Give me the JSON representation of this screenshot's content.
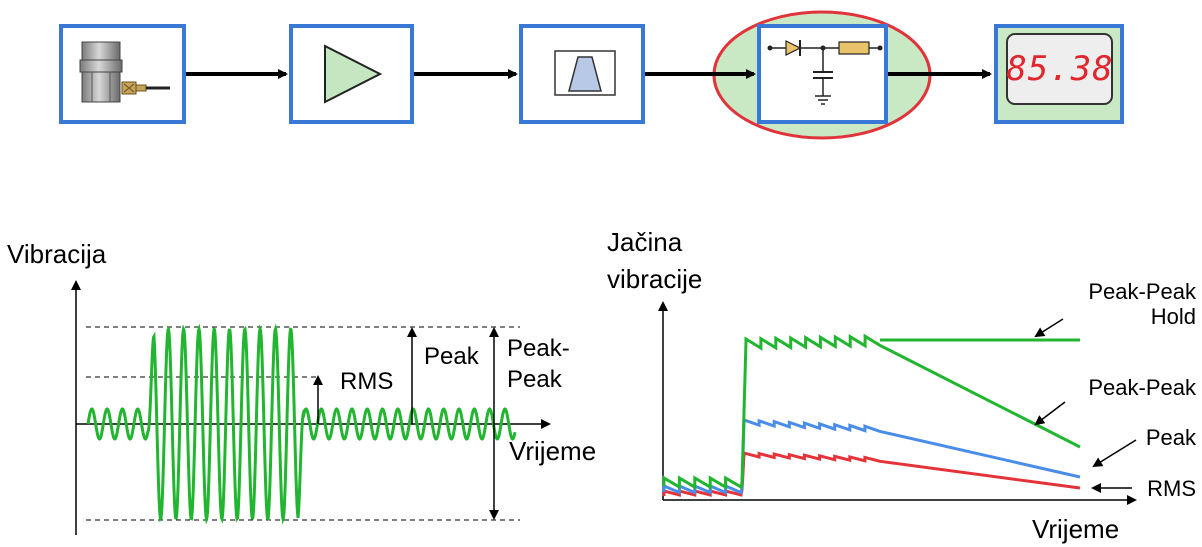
{
  "signal_chain": {
    "blocks": [
      {
        "name": "accelerometer-sensor",
        "icon": "accelerometer-icon"
      },
      {
        "name": "amplifier",
        "icon": "amplifier-triangle-icon"
      },
      {
        "name": "bandpass-filter",
        "icon": "bandpass-filter-icon"
      },
      {
        "name": "rectifier-detector",
        "icon": "diode-rc-detector-icon",
        "highlighted": true
      },
      {
        "name": "digital-display",
        "icon": "seven-segment-display-icon"
      }
    ],
    "display_value": "85.38",
    "colors": {
      "block_border": "#3a78d8",
      "highlight_fill": "#c9e8c4",
      "highlight_ring": "#e0333a",
      "display_digits": "#e1262d",
      "arrow": "#000000"
    }
  },
  "left_graph": {
    "ylabel": "Vibracija",
    "xlabel": "Vrijeme",
    "labels": {
      "rms": "RMS",
      "peak": "Peak",
      "peak_peak_line1": "Peak-",
      "peak_peak_line2": "Peak"
    },
    "signal_color": "#22b530"
  },
  "right_graph": {
    "ylabel_line1": "Jačina",
    "ylabel_line2": "vibracije",
    "xlabel": "Vrijeme",
    "labels": {
      "peak_peak_hold_line1": "Peak-Peak",
      "peak_peak_hold_line2": "Hold",
      "peak_peak": "Peak-Peak",
      "peak": "Peak",
      "rms": "RMS"
    },
    "colors": {
      "peak_peak": "#22b530",
      "peak": "#4a8de8",
      "rms": "#e5333a"
    }
  }
}
